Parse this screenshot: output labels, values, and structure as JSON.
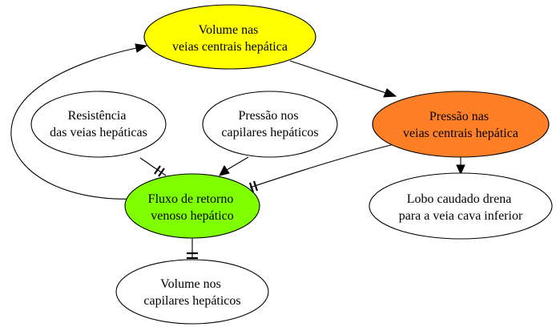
{
  "nodes": {
    "volume_veias_centrais": {
      "lines": [
        "Volume nas",
        "veias centrais hepática"
      ],
      "fill": "#ffff00"
    },
    "pressao_veias_centrais": {
      "lines": [
        "Pressão nas",
        "veias centrais hepática"
      ],
      "fill": "#ff7f27"
    },
    "resistencia": {
      "lines": [
        "Resistência",
        "das veias hepáticas"
      ],
      "fill": "#ffffff"
    },
    "pressao_capilares": {
      "lines": [
        "Pressão nos",
        "capilares hepáticos"
      ],
      "fill": "#ffffff"
    },
    "fluxo_retorno": {
      "lines": [
        "Fluxo de retorno",
        "venoso hepático"
      ],
      "fill": "#7fff00"
    },
    "lobo_caudado": {
      "lines": [
        "Lobo caudado drena",
        "para a veia cava inferior"
      ],
      "fill": "#ffffff"
    },
    "volume_capilares": {
      "lines": [
        "Volume nos",
        "capilares hepáticos"
      ],
      "fill": "#ffffff"
    }
  }
}
